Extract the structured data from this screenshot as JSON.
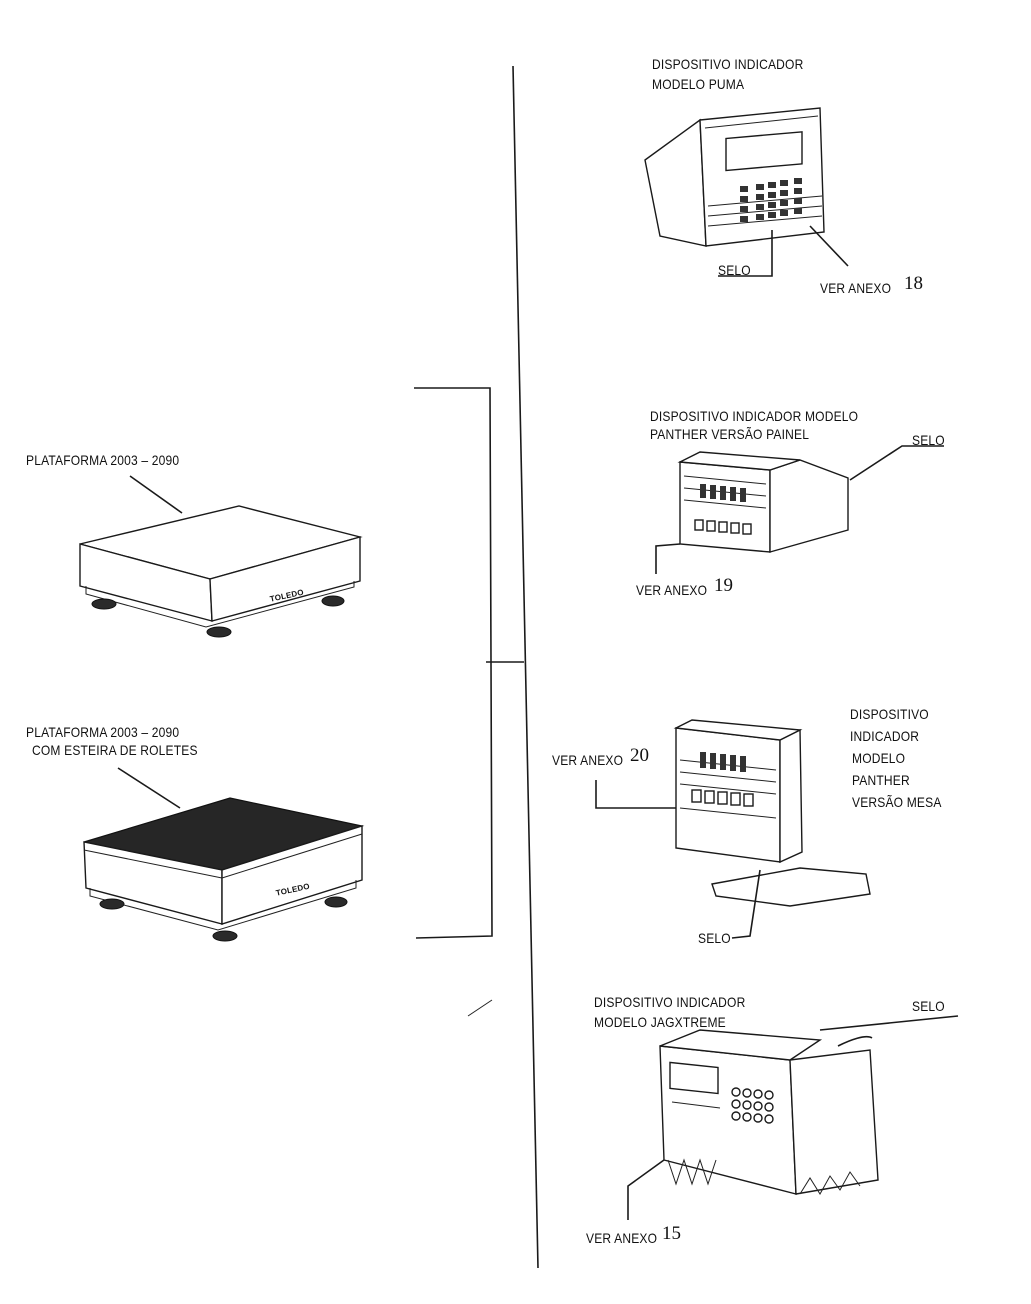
{
  "labels": {
    "platform1": "PLATAFORMA 2003 – 2090",
    "platform2_line1": "PLATAFORMA 2003 – 2090",
    "platform2_line2": "COM ESTEIRA DE ROLETES",
    "brand": "TOLEDO",
    "puma_line1": "DISPOSITIVO INDICADOR",
    "puma_line2": "MODELO PUMA",
    "puma_selo": "SELO",
    "puma_ver": "VER ANEXO",
    "puma_num": "18",
    "painel_line1": "DISPOSITIVO INDICADOR MODELO",
    "painel_line2": "PANTHER VERSÃO PAINEL",
    "painel_selo": "SELO",
    "painel_ver": "VER ANEXO",
    "painel_num": "19",
    "mesa_line1": "DISPOSITIVO",
    "mesa_line2": "INDICADOR",
    "mesa_line3": "MODELO",
    "mesa_line4": "PANTHER",
    "mesa_line5": "VERSÃO MESA",
    "mesa_ver": "VER ANEXO",
    "mesa_num": "20",
    "mesa_selo": "SELO",
    "jag_line1": "DISPOSITIVO INDICADOR",
    "jag_line2": "MODELO JAGXTREME",
    "jag_selo": "SELO",
    "jag_ver": "VER ANEXO",
    "jag_num": "15"
  },
  "colors": {
    "ink": "#1a1a1a",
    "paper": "#ffffff",
    "roller_belt": "#2a2a2a"
  }
}
